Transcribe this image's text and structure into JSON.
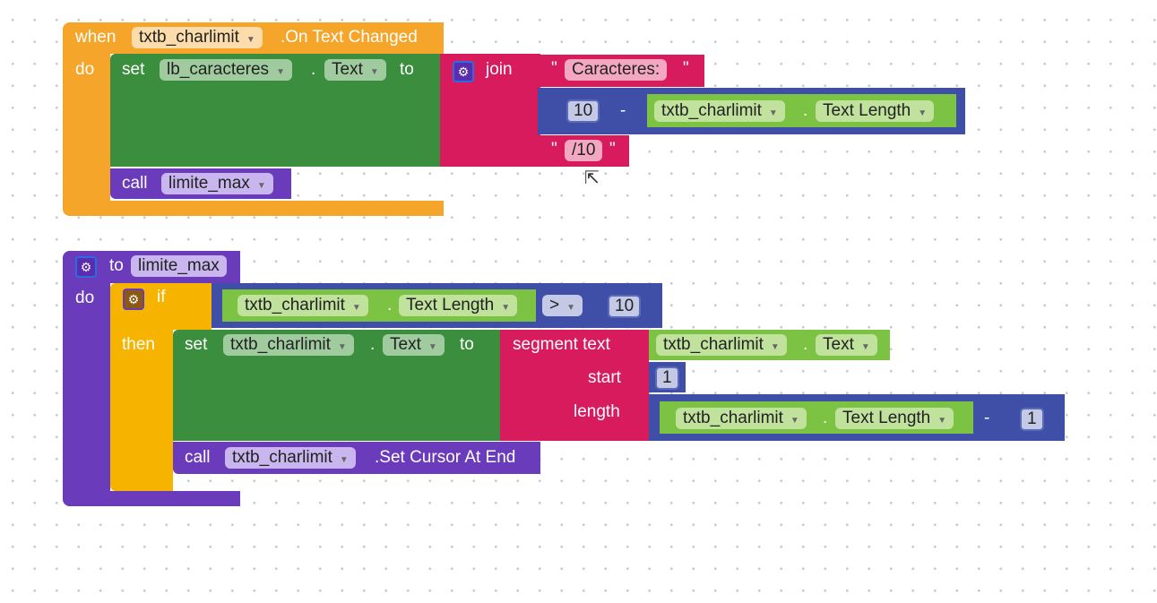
{
  "event": {
    "when": "when",
    "component": "txtb_charlimit",
    "event": ".On Text Changed",
    "do": "do",
    "set": "set",
    "target": "lb_caracteres",
    "prop": "Text",
    "dot": ".",
    "to": "to",
    "join": "join",
    "str1": "Caracteres:",
    "quote": "\"",
    "num10": "10",
    "minus": "-",
    "comp2": "txtb_charlimit",
    "prop2": "Text Length",
    "str2": "/10",
    "call": "call",
    "proc": "limite_max"
  },
  "procedure": {
    "to": "to",
    "name": "limite_max",
    "do": "do",
    "if": "if",
    "then": "then",
    "cond_comp": "txtb_charlimit",
    "cond_prop": "Text Length",
    "op": ">",
    "cond_val": "10",
    "set": "set",
    "target": "txtb_charlimit",
    "prop": "Text",
    "dot": ".",
    "segment": "segment text",
    "seg_comp": "txtb_charlimit",
    "seg_prop": "Text",
    "start": "start",
    "start_val": "1",
    "length": "length",
    "len_comp": "txtb_charlimit",
    "len_prop": "Text Length",
    "minus": "-",
    "len_val": "1",
    "call": "call",
    "call_comp": "txtb_charlimit",
    "call_method": ".Set Cursor At End"
  },
  "colors": {
    "event": "#f5a52a",
    "set": "#3b8e3e",
    "text": "#d81b5c",
    "procedure": "#6a3cbc",
    "math": "#3f4fa8",
    "component": "#7cc243",
    "control": "#f6b300"
  }
}
